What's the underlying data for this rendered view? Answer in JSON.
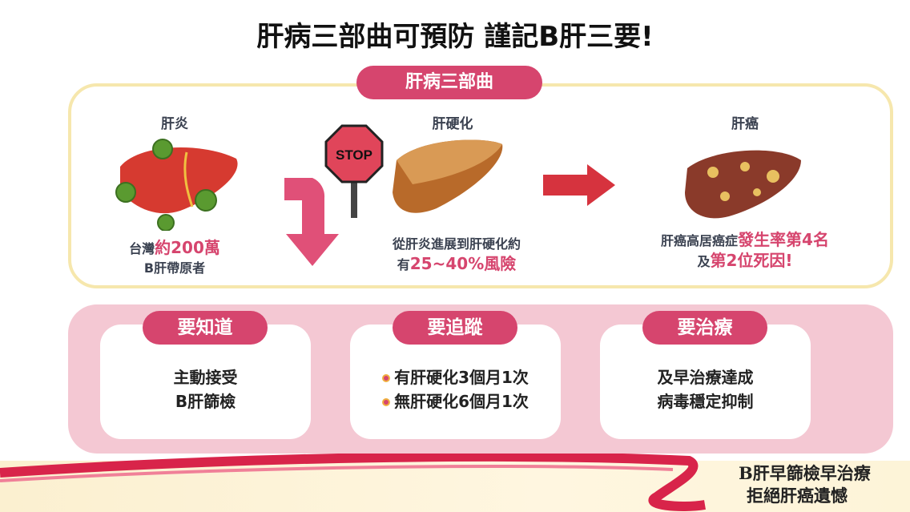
{
  "title": "肝病三部曲可預防 謹記B肝三要!",
  "stages": {
    "badge": "肝病三部曲",
    "hepatitis": {
      "label": "肝炎",
      "cap_pre": "台灣",
      "cap_hl": "約200萬",
      "cap_line2": "B肝帶原者"
    },
    "cirrhosis": {
      "label": "肝硬化",
      "stop": "STOP",
      "cap_line1": "從肝炎進展到肝硬化約",
      "cap_pre": "有",
      "cap_hl": "25~40%風險"
    },
    "cancer": {
      "label": "肝癌",
      "cap_pre": "肝癌高居癌症",
      "cap_hl": "發生率第4名",
      "cap2_pre": "及",
      "cap2_hl": "第2位死因!"
    }
  },
  "musts": [
    {
      "badge": "要知道",
      "lines": [
        "主動接受",
        "B肝篩檢"
      ]
    },
    {
      "badge": "要追蹤",
      "lines": [
        "有肝硬化3個月1次",
        "無肝硬化6個月1次"
      ]
    },
    {
      "badge": "要治療",
      "lines": [
        "及早治療達成",
        "病毒穩定抑制"
      ]
    }
  ],
  "slogan": {
    "line1": "B肝早篩檢早治療",
    "line2": "拒絕肝癌遺憾"
  },
  "colors": {
    "accent": "#d6456e",
    "panel_border": "#f6e7ad",
    "pink_bg": "#f4c8d3"
  }
}
